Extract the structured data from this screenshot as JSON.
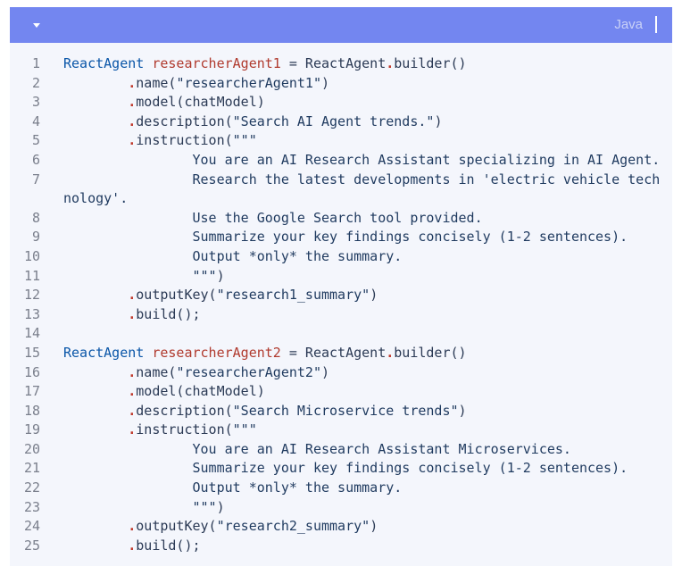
{
  "header": {
    "language": "Java"
  },
  "lines": [
    {
      "n": "1",
      "parts": [
        {
          "c": "ty",
          "t": "ReactAgent"
        },
        {
          "c": "plain",
          "t": " "
        },
        {
          "c": "var",
          "t": "researcherAgent1"
        },
        {
          "c": "plain",
          "t": " = ReactAgent"
        },
        {
          "c": "dot",
          "t": "."
        },
        {
          "c": "plain",
          "t": "builder()"
        }
      ]
    },
    {
      "n": "2",
      "parts": [
        {
          "c": "plain",
          "t": "        "
        },
        {
          "c": "dot",
          "t": "."
        },
        {
          "c": "plain",
          "t": "name("
        },
        {
          "c": "str",
          "t": "\"researcherAgent1\""
        },
        {
          "c": "plain",
          "t": ")"
        }
      ]
    },
    {
      "n": "3",
      "parts": [
        {
          "c": "plain",
          "t": "        "
        },
        {
          "c": "dot",
          "t": "."
        },
        {
          "c": "plain",
          "t": "model(chatModel)"
        }
      ]
    },
    {
      "n": "4",
      "parts": [
        {
          "c": "plain",
          "t": "        "
        },
        {
          "c": "dot",
          "t": "."
        },
        {
          "c": "plain",
          "t": "description("
        },
        {
          "c": "str",
          "t": "\"Search AI Agent trends.\""
        },
        {
          "c": "plain",
          "t": ")"
        }
      ]
    },
    {
      "n": "5",
      "parts": [
        {
          "c": "plain",
          "t": "        "
        },
        {
          "c": "dot",
          "t": "."
        },
        {
          "c": "plain",
          "t": "instruction("
        },
        {
          "c": "str",
          "t": "\"\"\""
        }
      ]
    },
    {
      "n": "6",
      "parts": [
        {
          "c": "str",
          "t": "                You are an AI Research Assistant specializing in AI Agent."
        }
      ]
    },
    {
      "n": "7",
      "parts": [
        {
          "c": "str",
          "t": "                Research the latest developments in 'electric vehicle tech"
        }
      ]
    },
    {
      "n": "",
      "cont": true,
      "parts": [
        {
          "c": "str",
          "t": "nology'."
        }
      ]
    },
    {
      "n": "8",
      "parts": [
        {
          "c": "str",
          "t": "                Use the Google Search tool provided."
        }
      ]
    },
    {
      "n": "9",
      "parts": [
        {
          "c": "str",
          "t": "                Summarize your key findings concisely (1-2 sentences)."
        }
      ]
    },
    {
      "n": "10",
      "parts": [
        {
          "c": "str",
          "t": "                Output *only* the summary."
        }
      ]
    },
    {
      "n": "11",
      "parts": [
        {
          "c": "str",
          "t": "                \"\"\""
        },
        {
          "c": "plain",
          "t": ")"
        }
      ]
    },
    {
      "n": "12",
      "parts": [
        {
          "c": "plain",
          "t": "        "
        },
        {
          "c": "dot",
          "t": "."
        },
        {
          "c": "plain",
          "t": "outputKey("
        },
        {
          "c": "str",
          "t": "\"research1_summary\""
        },
        {
          "c": "plain",
          "t": ")"
        }
      ]
    },
    {
      "n": "13",
      "parts": [
        {
          "c": "plain",
          "t": "        "
        },
        {
          "c": "dot",
          "t": "."
        },
        {
          "c": "plain",
          "t": "build();"
        }
      ]
    },
    {
      "n": "14",
      "parts": [
        {
          "c": "plain",
          "t": ""
        }
      ]
    },
    {
      "n": "15",
      "parts": [
        {
          "c": "ty",
          "t": "ReactAgent"
        },
        {
          "c": "plain",
          "t": " "
        },
        {
          "c": "var",
          "t": "researcherAgent2"
        },
        {
          "c": "plain",
          "t": " = ReactAgent"
        },
        {
          "c": "dot",
          "t": "."
        },
        {
          "c": "plain",
          "t": "builder()"
        }
      ]
    },
    {
      "n": "16",
      "parts": [
        {
          "c": "plain",
          "t": "        "
        },
        {
          "c": "dot",
          "t": "."
        },
        {
          "c": "plain",
          "t": "name("
        },
        {
          "c": "str",
          "t": "\"researcherAgent2\""
        },
        {
          "c": "plain",
          "t": ")"
        }
      ]
    },
    {
      "n": "17",
      "parts": [
        {
          "c": "plain",
          "t": "        "
        },
        {
          "c": "dot",
          "t": "."
        },
        {
          "c": "plain",
          "t": "model(chatModel)"
        }
      ]
    },
    {
      "n": "18",
      "parts": [
        {
          "c": "plain",
          "t": "        "
        },
        {
          "c": "dot",
          "t": "."
        },
        {
          "c": "plain",
          "t": "description("
        },
        {
          "c": "str",
          "t": "\"Search Microservice trends\""
        },
        {
          "c": "plain",
          "t": ")"
        }
      ]
    },
    {
      "n": "19",
      "parts": [
        {
          "c": "plain",
          "t": "        "
        },
        {
          "c": "dot",
          "t": "."
        },
        {
          "c": "plain",
          "t": "instruction("
        },
        {
          "c": "str",
          "t": "\"\"\""
        }
      ]
    },
    {
      "n": "20",
      "parts": [
        {
          "c": "str",
          "t": "                You are an AI Research Assistant Microservices."
        }
      ]
    },
    {
      "n": "21",
      "parts": [
        {
          "c": "str",
          "t": "                Summarize your key findings concisely (1-2 sentences)."
        }
      ]
    },
    {
      "n": "22",
      "parts": [
        {
          "c": "str",
          "t": "                Output *only* the summary."
        }
      ]
    },
    {
      "n": "23",
      "parts": [
        {
          "c": "str",
          "t": "                \"\"\""
        },
        {
          "c": "plain",
          "t": ")"
        }
      ]
    },
    {
      "n": "24",
      "parts": [
        {
          "c": "plain",
          "t": "        "
        },
        {
          "c": "dot",
          "t": "."
        },
        {
          "c": "plain",
          "t": "outputKey("
        },
        {
          "c": "str",
          "t": "\"research2_summary\""
        },
        {
          "c": "plain",
          "t": ")"
        }
      ]
    },
    {
      "n": "25",
      "parts": [
        {
          "c": "plain",
          "t": "        "
        },
        {
          "c": "dot",
          "t": "."
        },
        {
          "c": "plain",
          "t": "build();"
        }
      ]
    }
  ],
  "colors": {
    "header_bg": "#7386f0",
    "code_bg": "#f4f6fc",
    "type": "#0a56a8",
    "variable": "#b03a2e",
    "dot": "#c0392b",
    "string": "#1f3a5f",
    "line_number": "#7a7f8c"
  },
  "icons": {
    "collapse": "caret-down-icon"
  }
}
